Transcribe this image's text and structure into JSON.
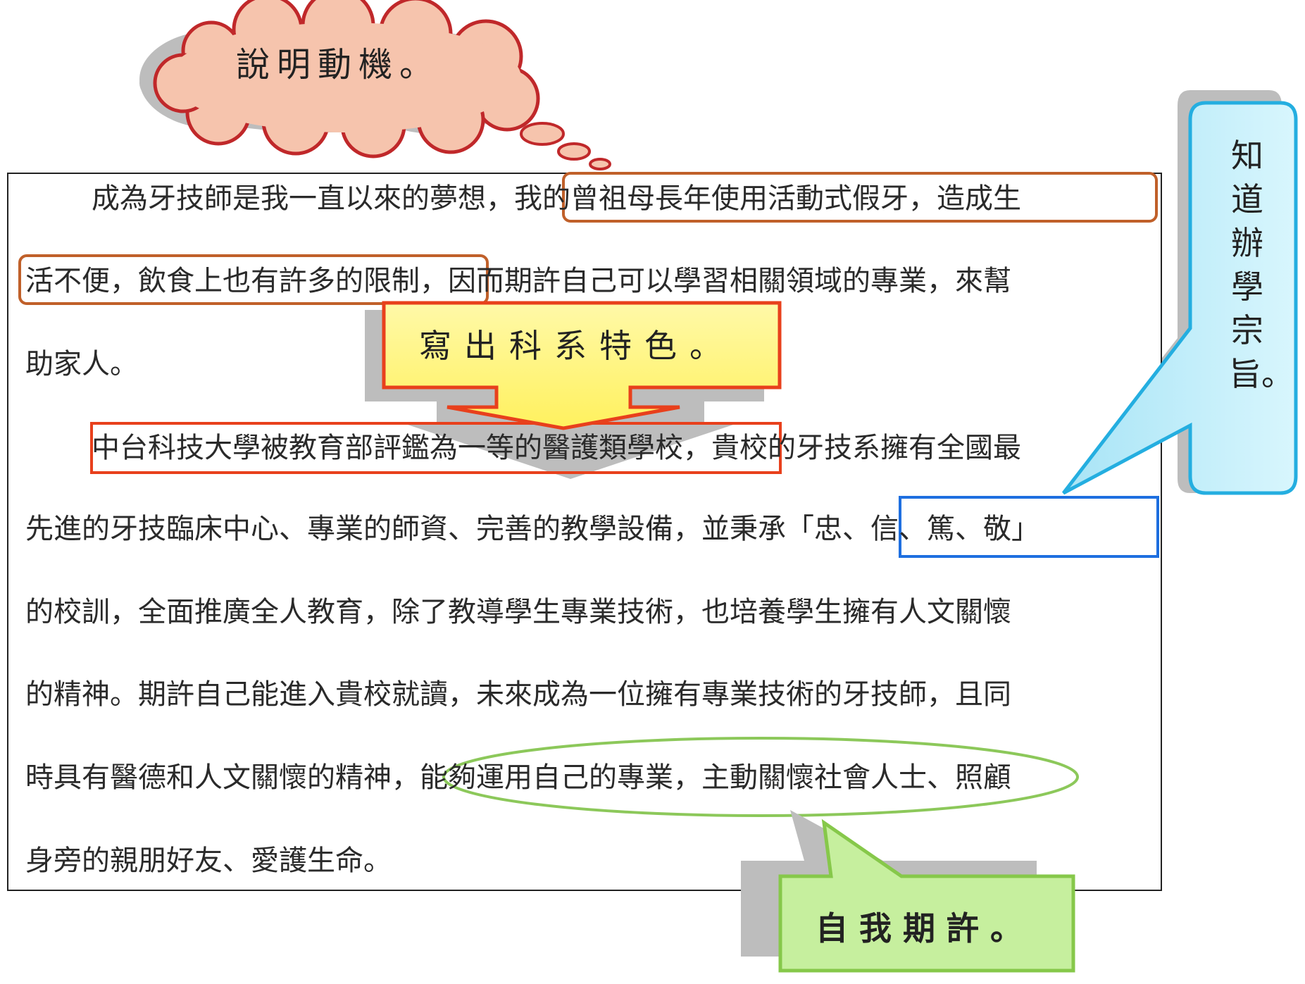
{
  "essay": {
    "lines": [
      "成為牙技師是我一直以來的夢想，我的曾祖母長年使用活動式假牙，造成生",
      "活不便，飲食上也有許多的限制，因而期許自己可以學習相關領域的專業，來幫",
      "助家人。",
      "中台科技大學被教育部評鑑為一等的醫護類學校，貴校的牙技系擁有全國最",
      "先進的牙技臨床中心、專業的師資、完善的教學設備，並秉承「忠、信、篤、敬」",
      "的校訓，全面推廣全人教育，除了教導學生專業技術，也培養學生擁有人文關懷",
      "的精神。期許自己能進入貴校就讀，未來成為一位擁有專業技術的牙技師，且同",
      "時具有醫德和人文關懷的精神，能夠運用自己的專業，主動關懷社會人士、照顧",
      "身旁的親朋好友、愛護生命。"
    ]
  },
  "annotations": {
    "motivation": "說明動機。",
    "department": "寫出科系特色。",
    "philosophy": "知道辦學宗旨。",
    "expectation": "自我期許。"
  },
  "colors": {
    "cloud_fill": "#f6c4ad",
    "cloud_stroke": "#c0282a",
    "arrow_fill": "#fff58a",
    "arrow_stroke": "#e8401c",
    "callout_fill": "#c8f0fb",
    "callout_stroke": "#24aee0",
    "green_fill": "#c6ef9e",
    "green_stroke": "#86c84a",
    "box_brown": "#c0602a",
    "box_red": "#e8401c",
    "box_blue": "#1e6fe0",
    "ellipse_green": "#8cc85a"
  }
}
